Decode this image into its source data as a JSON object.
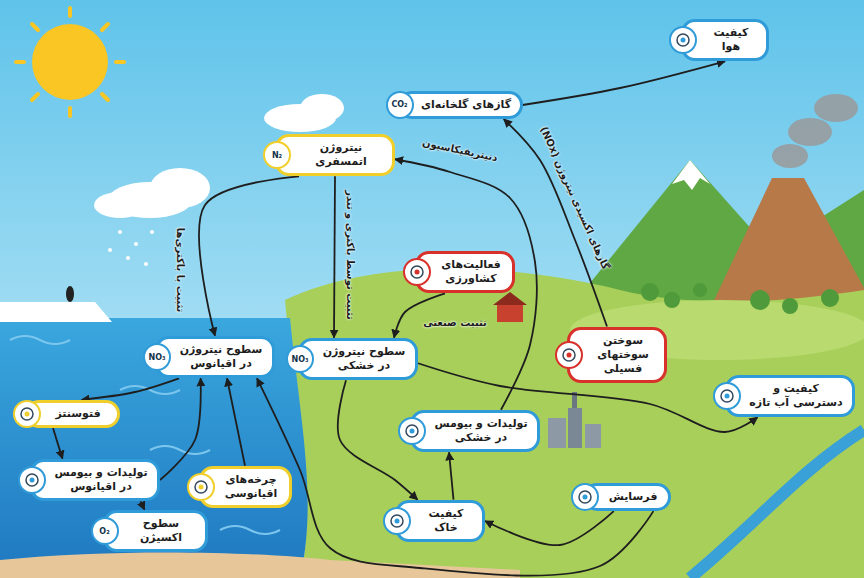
{
  "diagram": {
    "nodes": [
      {
        "text": [
          "کیفیت هوا"
        ]
      },
      {
        "text": [
          "گازهای گلخانه‌ای"
        ]
      },
      {
        "text": [
          "نیتروژن اتمسفری"
        ]
      },
      {
        "text": [
          "فعالیت‌های کشاورزی"
        ]
      },
      {
        "text": [
          "سطوح نیتروژن در اقیانوس"
        ]
      },
      {
        "text": [
          "سطوح نیتروژن در خشکی"
        ]
      },
      {
        "text": [
          "سوختن سوختهای فسیلی"
        ]
      },
      {
        "text": [
          "فتوسنتز"
        ]
      },
      {
        "text": [
          "تولیدات و بیومس در خشکی"
        ]
      },
      {
        "text": [
          "کیفیت و دسترسی آب تازه"
        ]
      },
      {
        "text": [
          "تولیدات و بیومس در اقیانوس"
        ]
      },
      {
        "text": [
          "چرخه‌های اقیانوسی"
        ]
      },
      {
        "text": [
          "فرسایش"
        ]
      },
      {
        "text": [
          "سطوح اکسیژن"
        ]
      },
      {
        "text": [
          "کیفیت خاک"
        ]
      }
    ],
    "edges": [
      {
        "from": 1,
        "to": 0,
        "arrow": "to"
      },
      {
        "from": 6,
        "to": 1,
        "label": "گازهای اکسیدی نیتروژن (NOx)",
        "arrow": "to"
      },
      {
        "from": 8,
        "to": 2,
        "label": "دنیتریفیکاسیون",
        "arrow": "to"
      },
      {
        "from": 2,
        "to": 4,
        "label": "تثبیت با باکتری‌ها",
        "arrow": "to"
      },
      {
        "from": 2,
        "to": 5,
        "label": "تثبیت توسط باکتری و تندر",
        "arrow": "to"
      },
      {
        "from": 3,
        "to": 5,
        "label": "تثبیت صنعتی",
        "arrow": "to"
      },
      {
        "from": 5,
        "to": 9,
        "arrow": "to"
      },
      {
        "from": 5,
        "to": 14,
        "arrow": "to"
      },
      {
        "from": 14,
        "to": 8,
        "arrow": "to"
      },
      {
        "from": 12,
        "to": 14,
        "arrow": "to"
      },
      {
        "from": 12,
        "to": 4,
        "arrow": "to"
      },
      {
        "from": 4,
        "to": 7,
        "arrow": "to"
      },
      {
        "from": 7,
        "to": 10,
        "arrow": "to"
      },
      {
        "from": 10,
        "to": 13,
        "arrow": "to"
      },
      {
        "from": 10,
        "to": 4,
        "arrow": "to"
      },
      {
        "from": 11,
        "to": 4,
        "arrow": "to"
      }
    ],
    "labels": [
      "CO₂",
      "N₂",
      "NO₃",
      "NO₃",
      "O₂"
    ]
  }
}
